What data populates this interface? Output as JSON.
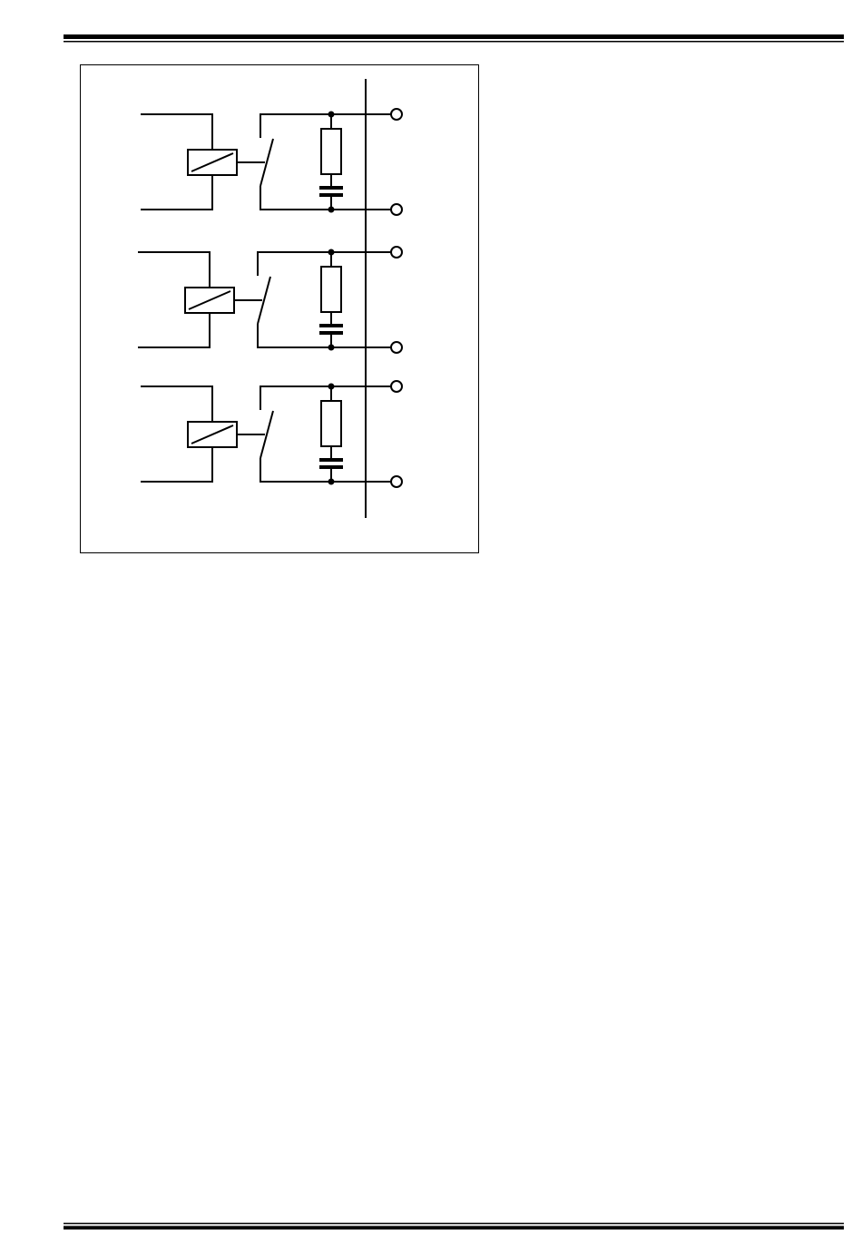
{
  "diagram": {
    "kind": "relay-contact-suppression-schematic",
    "channels": [
      {
        "id": 1,
        "components": [
          "relay-coil",
          "relay-contact",
          "resistor",
          "capacitor",
          "terminal-top",
          "terminal-bottom"
        ]
      },
      {
        "id": 2,
        "components": [
          "relay-coil",
          "relay-contact",
          "resistor",
          "capacitor",
          "terminal-top",
          "terminal-bottom"
        ]
      },
      {
        "id": 3,
        "components": [
          "relay-coil",
          "relay-contact",
          "resistor",
          "capacitor",
          "terminal-top",
          "terminal-bottom"
        ]
      }
    ],
    "colors": {
      "line": "#000000",
      "background": "#ffffff"
    }
  }
}
